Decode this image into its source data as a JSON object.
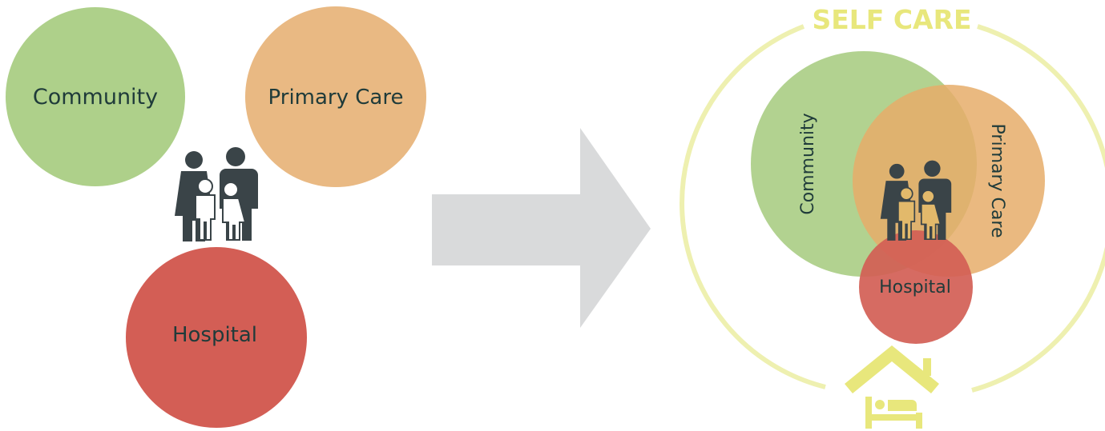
{
  "left_diagram": {
    "community_label": "Community",
    "primary_care_label": "Primary Care",
    "hospital_label": "Hospital"
  },
  "right_diagram": {
    "outer_label": "SELF CARE",
    "community_label": "Community",
    "primary_care_label": "Primary Care",
    "hospital_label": "Hospital"
  },
  "icons": {
    "left_family": "family-icon",
    "arrow": "right-arrow-icon",
    "right_family": "family-icon",
    "home": "house-icon",
    "bed": "bed-patient-icon"
  },
  "colors": {
    "community": "#aed08a",
    "primary_care": "#e9b983",
    "hospital": "#d35e55",
    "self_care": "#e8e77c",
    "self_care_ring": "#eef0b0",
    "arrow": "#d9dadb",
    "family_dark": "#3a4448",
    "family_gold": "#e2b96b",
    "text_dark": "#1f3b3a"
  }
}
